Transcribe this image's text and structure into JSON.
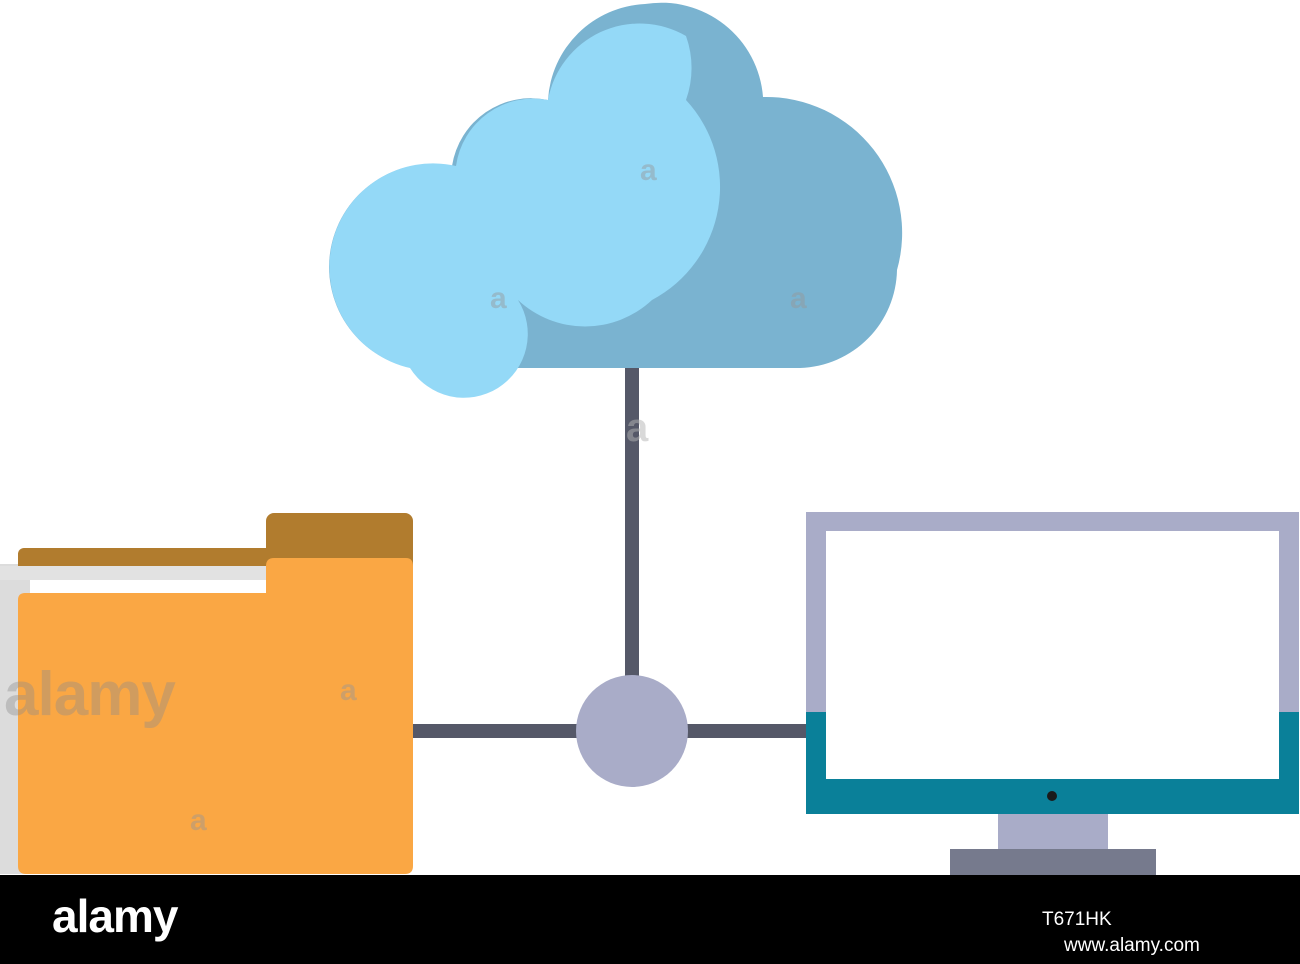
{
  "watermark": {
    "big": "alamy",
    "small": "a"
  },
  "footer": {
    "brand": "alamy",
    "image_id": "T671HK",
    "url": "www.alamy.com"
  },
  "colors": {
    "cloud_light": "#94d9f7",
    "cloud_shadow": "#7ab3d0",
    "connector": "#555868",
    "hub": "#a9acc8",
    "folder_front": "#faa744",
    "folder_tab": "#b17c2e",
    "folder_paper": "#dcdcdc",
    "monitor_frame": "#a9acc8",
    "monitor_bottom": "#0a8099",
    "monitor_stand": "#a9acc8",
    "monitor_base": "#767a8d",
    "footer_bg": "#000000"
  },
  "icons": [
    "cloud-icon",
    "folder-icon",
    "monitor-icon",
    "network-hub-icon"
  ]
}
